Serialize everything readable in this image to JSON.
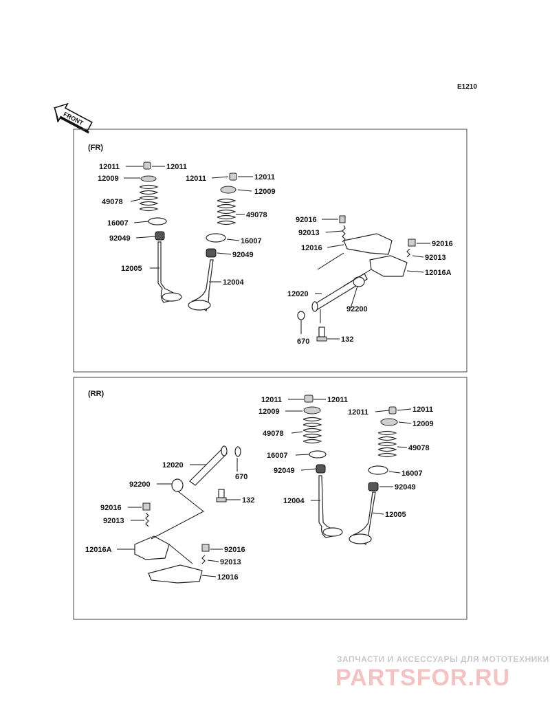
{
  "diagram_code": "E1210",
  "front_label": "FRONT",
  "panels": {
    "fr": {
      "title": "(FR)",
      "labels": [
        "12011",
        "12011",
        "12009",
        "49078",
        "16007",
        "92049",
        "12005",
        "12011",
        "12011",
        "12009",
        "49078",
        "16007",
        "92049",
        "12004",
        "92016",
        "92013",
        "12016",
        "92016",
        "92013",
        "12016A",
        "12020",
        "92200",
        "670",
        "132"
      ]
    },
    "rr": {
      "title": "(RR)",
      "labels": [
        "12011",
        "12011",
        "12009",
        "49078",
        "16007",
        "92049",
        "12004",
        "12011",
        "12011",
        "12009",
        "49078",
        "16007",
        "92049",
        "12005",
        "12020",
        "670",
        "92200",
        "132",
        "92016",
        "92013",
        "12016A",
        "92016",
        "92013",
        "12016"
      ]
    }
  },
  "watermark": {
    "tagline": "ЗАПЧАСТИ И АКСЕССУАРЫ ДЛЯ МОТОТЕХНИКИ",
    "brand": "PARTSFOR.RU"
  },
  "colors": {
    "ink": "#111111",
    "frame": "#444444",
    "watermark": "#e99a9a"
  }
}
